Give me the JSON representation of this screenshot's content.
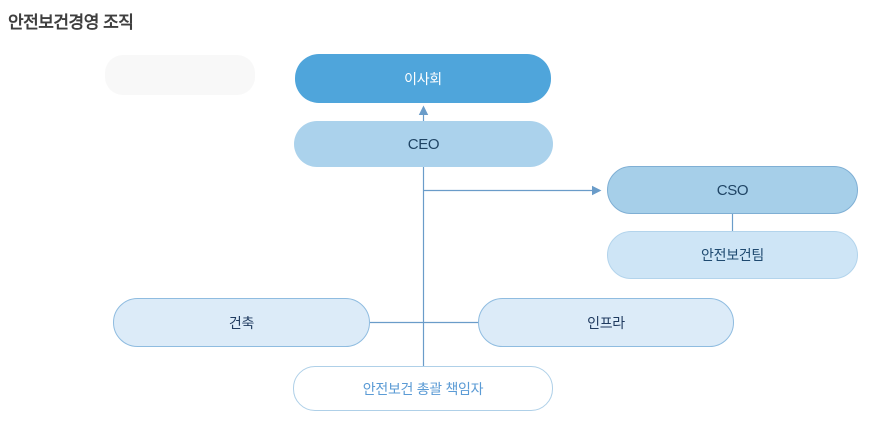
{
  "page": {
    "title": "안전보건경영 조직"
  },
  "org_chart": {
    "nodes": [
      {
        "id": "board",
        "label": "이사회",
        "level": 1
      },
      {
        "id": "ceo",
        "label": "CEO",
        "level": 2
      },
      {
        "id": "cso",
        "label": "CSO",
        "level": 3
      },
      {
        "id": "safety_team",
        "label": "안전보건팀",
        "level": 4
      },
      {
        "id": "construction",
        "label": "건축",
        "level": 4
      },
      {
        "id": "infra",
        "label": "인프라",
        "level": 4
      },
      {
        "id": "safety_head",
        "label": "안전보건 총괄 책임자",
        "level": 5
      }
    ],
    "edges": [
      {
        "from": "ceo",
        "to": "board",
        "style": "arrow"
      },
      {
        "from": "ceo",
        "to": "cso",
        "style": "arrow"
      },
      {
        "from": "ceo",
        "to": "safety_head",
        "style": "line"
      },
      {
        "from": "cso",
        "to": "safety_team",
        "style": "line"
      },
      {
        "from": "construction",
        "to": "infra",
        "style": "line"
      }
    ]
  },
  "colors": {
    "board_fill": "#4fa5db",
    "board_text": "#ffffff",
    "ceo_fill": "#abd2ec",
    "cso_fill": "#a6cfe9",
    "cso_border": "#7fafd4",
    "team_fill": "#cee5f6",
    "dept_fill": "#dcebf8",
    "dept_border": "#8fbce0",
    "head_fill": "#ffffff",
    "head_border": "#afd0e8",
    "head_text": "#5b9bd5",
    "dark_text": "#1f4464",
    "connector_line": "#6a9cc9",
    "title_text": "#3f3f3f"
  }
}
